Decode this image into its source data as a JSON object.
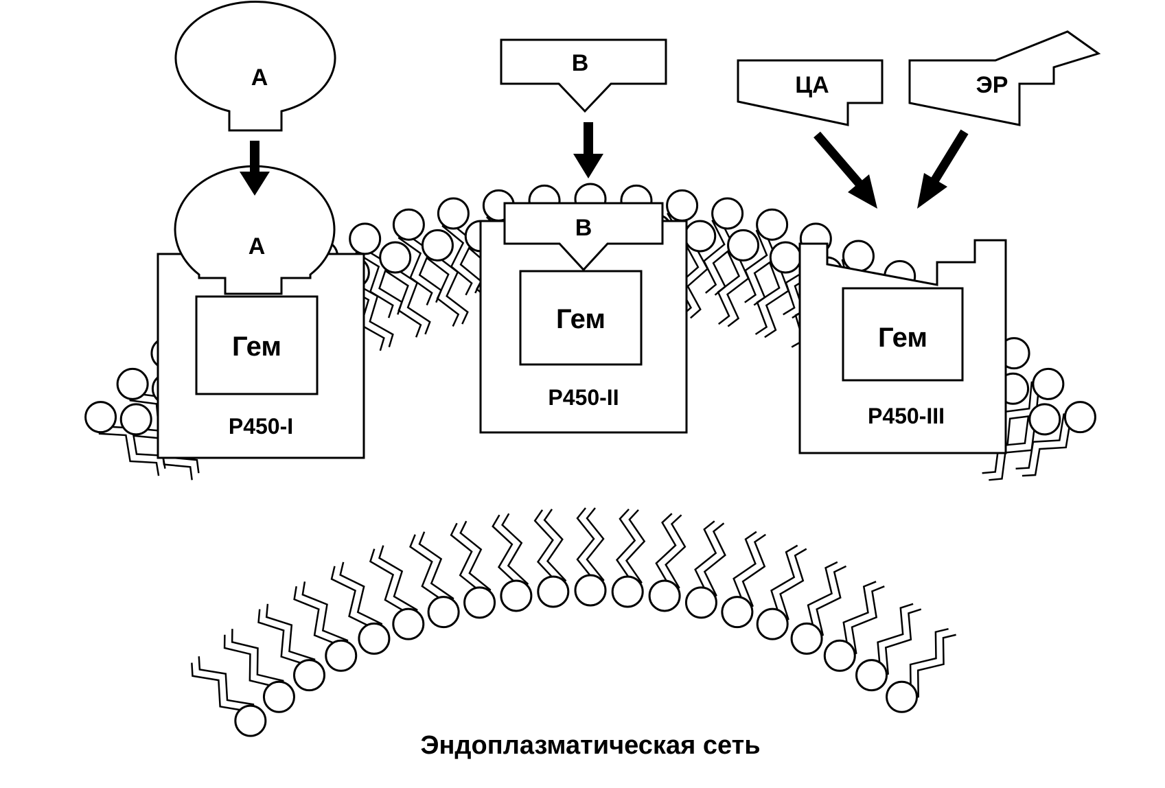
{
  "substrates": {
    "a": "A",
    "b": "B",
    "ca": "ЦА",
    "er": "ЭР"
  },
  "enzymes": [
    {
      "name": "P450-I",
      "heme": "Гем",
      "bound_substrate": "A"
    },
    {
      "name": "P450-II",
      "heme": "Гем",
      "bound_substrate": "B"
    },
    {
      "name": "P450-III",
      "heme": "Гем"
    }
  ],
  "caption": "Эндоплазматическая сеть",
  "colors": {
    "stroke": "#000000",
    "fill": "#ffffff"
  }
}
